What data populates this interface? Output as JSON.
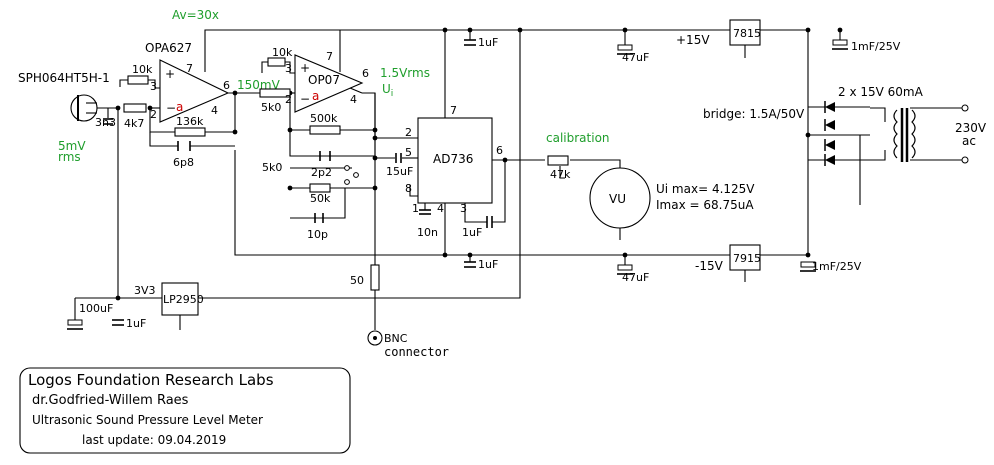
{
  "labels": {
    "gain": "Av=30x",
    "mic": "SPH064HT5H-1",
    "mic_level": "5mV",
    "mic_level_unit": "rms",
    "opa1": "OPA627",
    "opa2": "OP07",
    "level1": "150mV",
    "level2": "1.5Vrms",
    "ui": "U",
    "ui_sub": "i",
    "ad736": "AD736",
    "calibration": "calibration",
    "vu": "VU",
    "ui_max": "Ui max= 4.125V",
    "imax": "Imax = 68.75uA",
    "pos_rail": "+15V",
    "neg_rail": "-15V",
    "reg_pos": "7815",
    "reg_neg": "7915",
    "ldo": "LP2950",
    "v3v3": "3V3",
    "bridge": "bridge: 1.5A/50V",
    "trafo": "2 x 15V 60mA",
    "mains": "230V",
    "mains_unit": "ac",
    "bnc": "BNC",
    "bnc2": "connector",
    "r50": "50",
    "minus_a1": "a",
    "minus_a2": "a"
  },
  "components": {
    "r10k_a": "10k",
    "r10k_b": "10k",
    "c3n3": "3n3",
    "r4k7": "4k7",
    "r136k": "136k",
    "c6p8": "6p8",
    "r5k0_a": "5k0",
    "r500k": "500k",
    "c2p2": "2p2",
    "r5k0_b": "5k0",
    "r50k": "50k",
    "c10p": "10p",
    "c15uf": "15uF",
    "c10n": "10n",
    "c1uf_a": "1uF",
    "c1uf_b": "1uF",
    "c1uf_c": "1uF",
    "c1uf_d": "1uF",
    "c47uf_a": "47uF",
    "c47uf_b": "47uF",
    "c1mf_a": "1mF/25V",
    "c1mf_b": "1mF/25V",
    "c100uf": "100uF",
    "r47k": "47k"
  },
  "pins": {
    "o1_p3": "3",
    "o1_p2": "2",
    "o1_p6": "6",
    "o1_p4": "4",
    "o1_p7": "7",
    "o2_p3": "3",
    "o2_p2": "2",
    "o2_p6": "6",
    "o2_p4": "4",
    "o2_p7": "7",
    "ad_p7": "7",
    "ad_p2": "2",
    "ad_p5": "5",
    "ad_p8": "8",
    "ad_p6": "6",
    "ad_p1": "1",
    "ad_p4": "4",
    "ad_p3": "3"
  },
  "title_block": {
    "org": "Logos Foundation Research Labs",
    "author": "dr.Godfried-Willem Raes",
    "project": "Ultrasonic Sound Pressure Level Meter",
    "updated": "last update: 09.04.2019"
  }
}
